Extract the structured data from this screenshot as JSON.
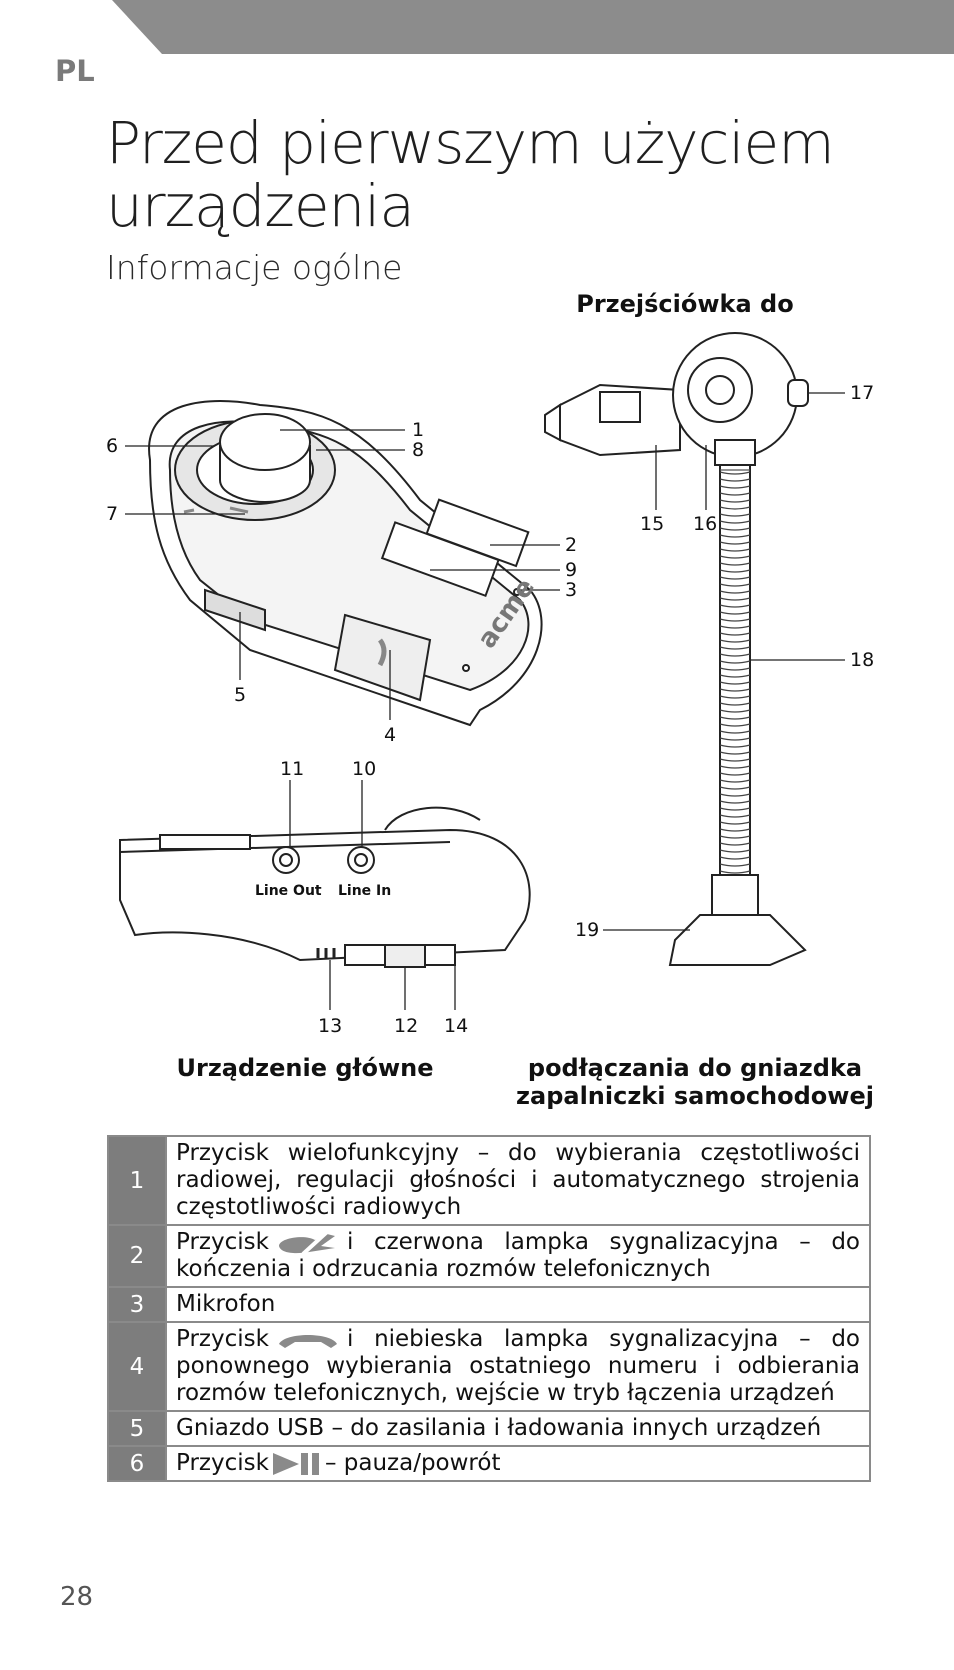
{
  "header": {
    "lang": "PL"
  },
  "title_lines": [
    "Przed pierwszym użyciem",
    "urządzenia"
  ],
  "subtitle": "Informacje ogólne",
  "figure": {
    "adapter_caption_top": "Przejściówka do",
    "adapter_caption_bottom": [
      "podłączania do gniazdka",
      "zapalniczki samochodowej"
    ],
    "main_caption": "Urządzenie główne",
    "port_labels": {
      "line_out": "Line Out",
      "line_in": "Line In"
    },
    "brand": "acme",
    "callouts": [
      "1",
      "2",
      "3",
      "4",
      "5",
      "6",
      "7",
      "8",
      "9",
      "10",
      "11",
      "12",
      "13",
      "14",
      "15",
      "16",
      "17",
      "18",
      "19"
    ]
  },
  "legend": [
    {
      "num": "1",
      "text": "Przycisk wielofunkcyjny – do wybierania częstotliwości radiowej, regulacji głośności i automatycznego strojenia częstotliwości radiowych"
    },
    {
      "num": "2",
      "text_before": "Przycisk",
      "icon": "hang-up-icon",
      "text_after": "i czerwona lampka sygnalizacyjna – do kończenia i odrzucania rozmów telefonicznych"
    },
    {
      "num": "3",
      "text": "Mikrofon"
    },
    {
      "num": "4",
      "text_before": "Przycisk",
      "icon": "call-icon",
      "text_after": "i niebieska lampka sygnalizacyjna – do ponownego wybierania ostatniego numeru i odbierania rozmów telefonicznych, wejście w tryb łączenia urządzeń"
    },
    {
      "num": "5",
      "text": "Gniazdo USB – do zasilania i ładowania innych urządzeń"
    },
    {
      "num": "6",
      "text_before": "Przycisk",
      "icon": "play-pause-icon",
      "text_after": "– pauza/powrót"
    }
  ],
  "colors": {
    "banner": "#8c8c8c",
    "number_cell": "#7d7d7d",
    "icon_gray": "#8a8a8a"
  },
  "page_number": "28"
}
